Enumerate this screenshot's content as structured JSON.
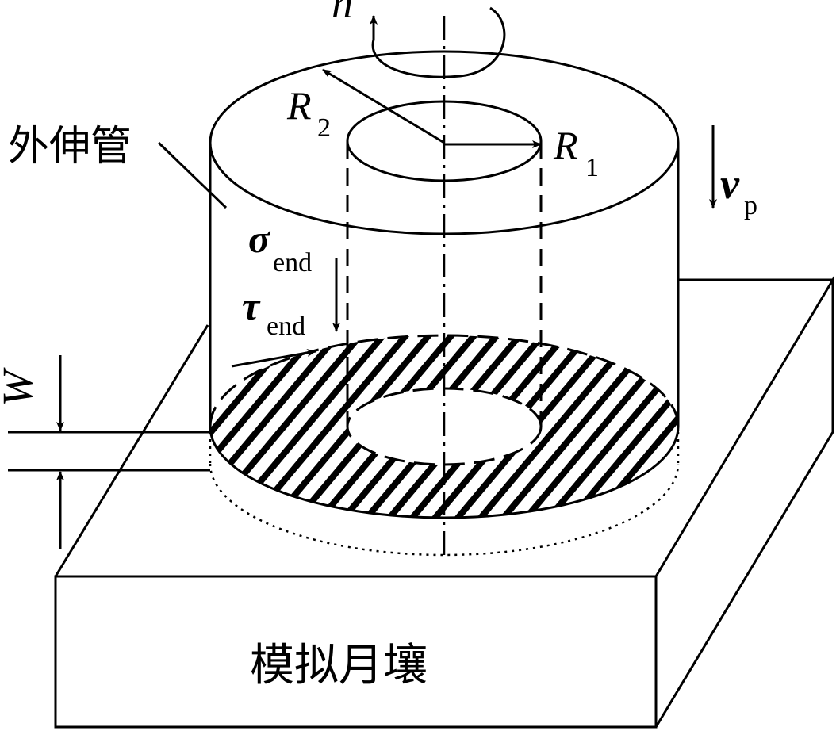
{
  "labels": {
    "outer_tube": "外伸管",
    "lunar_soil": "模拟月壤",
    "n": "n",
    "R": "R",
    "R2_sub": "2",
    "R1_sub": "1",
    "v": "v",
    "vp_sub": "p",
    "sigma": "σ",
    "sigma_sub": "end",
    "tau": "τ",
    "tau_sub": "end",
    "W": "W"
  }
}
